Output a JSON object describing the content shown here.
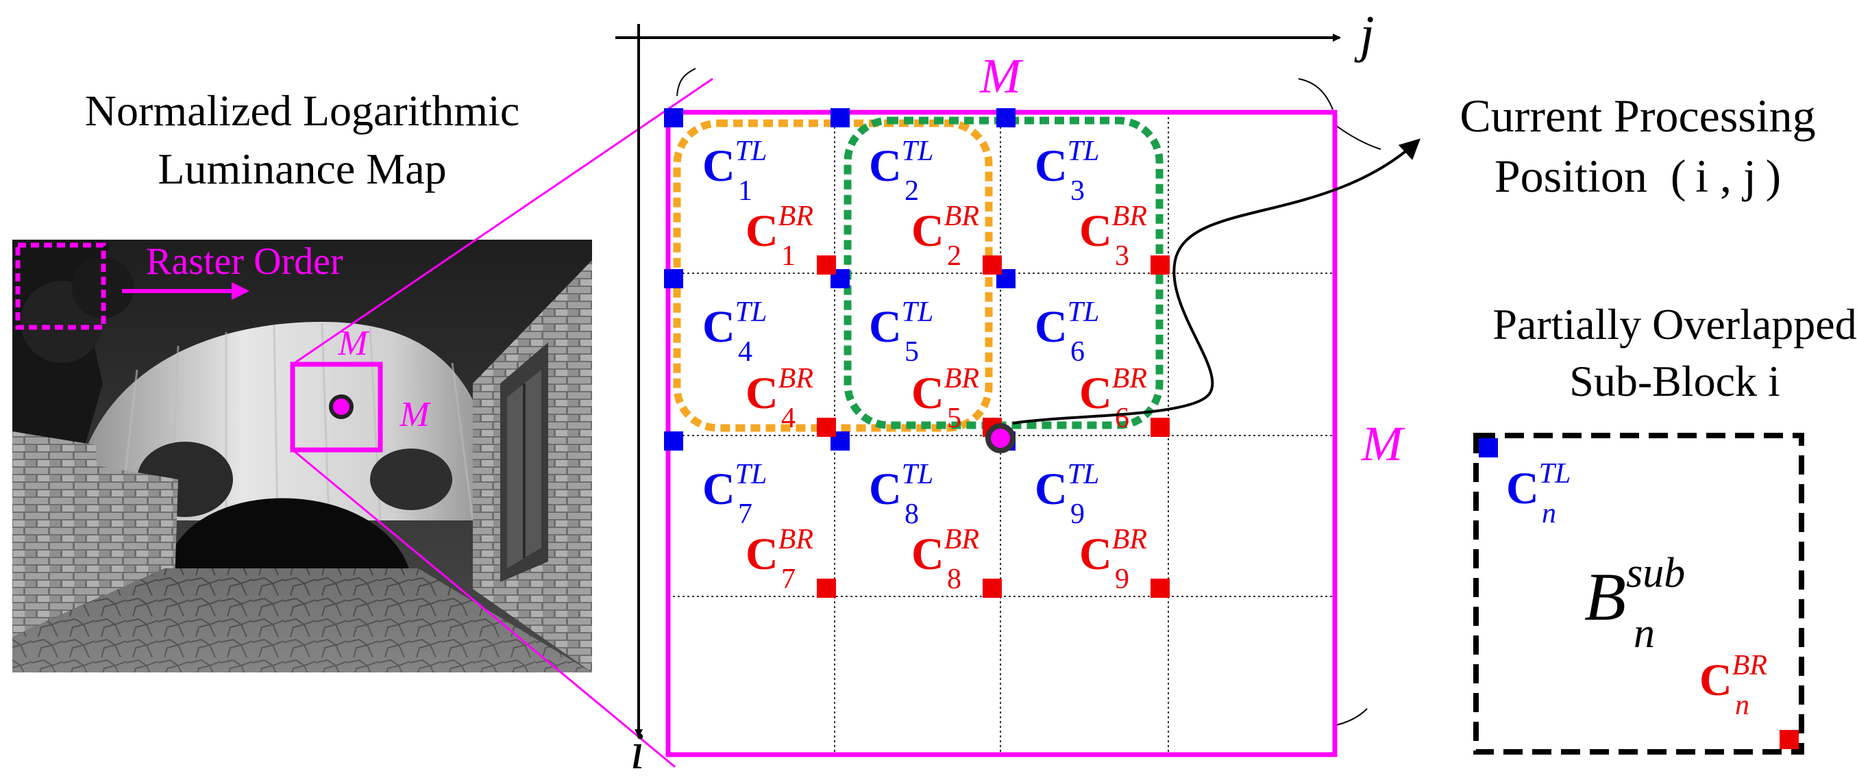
{
  "title": {
    "line1": "Normalized Logarithmic",
    "line2": "Luminance Map"
  },
  "photo": {
    "raster_label": "Raster Order",
    "block_size_top": "M",
    "block_size_right": "M"
  },
  "grid": {
    "axis_j": "j",
    "axis_i": "i",
    "size_top": "M",
    "size_right": "M",
    "tl_sup": "TL",
    "br_sup": "BR",
    "base": "C",
    "tl_indices": [
      "1",
      "2",
      "3",
      "4",
      "5",
      "6",
      "7",
      "8",
      "9"
    ],
    "br_indices": [
      "1",
      "2",
      "3",
      "4",
      "5",
      "6",
      "7",
      "8",
      "9"
    ]
  },
  "current_position": {
    "line1": "Current Processing",
    "line2": "Position  ( i , j )"
  },
  "subblock": {
    "title_line1": "Partially Overlapped",
    "title_line2": "Sub-Block i",
    "tl_base": "C",
    "tl_sup": "TL",
    "tl_sub": "n",
    "b_base": "B",
    "b_sup": "sub",
    "b_sub": "n",
    "br_base": "C",
    "br_sup": "BR",
    "br_sub": "n"
  },
  "colors": {
    "magenta": "#ff00ff",
    "blue": "#0000ee",
    "red": "#ee0000",
    "orange": "#f5a623",
    "green": "#1a9e4a"
  }
}
